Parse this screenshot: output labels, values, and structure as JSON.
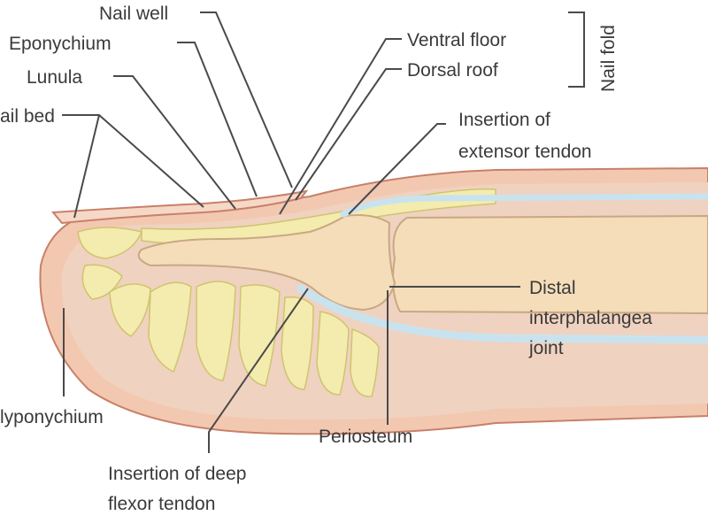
{
  "labels": {
    "nail_well": "Nail well",
    "eponychium": "Eponychium",
    "lunula": "Lunula",
    "nail_bed": "ail bed",
    "ventral_floor": "Ventral floor",
    "dorsal_roof": "Dorsal roof",
    "nail_fold": "Nail fold",
    "insertion_extensor_1": "Insertion of",
    "insertion_extensor_2": "extensor tendon",
    "distal_1": "Distal",
    "distal_2": "interphalangea",
    "distal_3": "joint",
    "hyponychium": "lyponychium",
    "periosteum": "Periosteum",
    "insertion_flexor_1": "Insertion of deep",
    "insertion_flexor_2": "flexor tendon"
  },
  "colors": {
    "skin": "#f3c8b0",
    "skin_edge": "#c8806a",
    "dermis": "#f0d2c0",
    "fat": "#f3ecae",
    "fat_edge": "#cfc46e",
    "bone": "#f4ddb8",
    "bone_edge": "#c9a884",
    "tendon": "#c9e3ee",
    "nail": "#f6d8c6"
  }
}
